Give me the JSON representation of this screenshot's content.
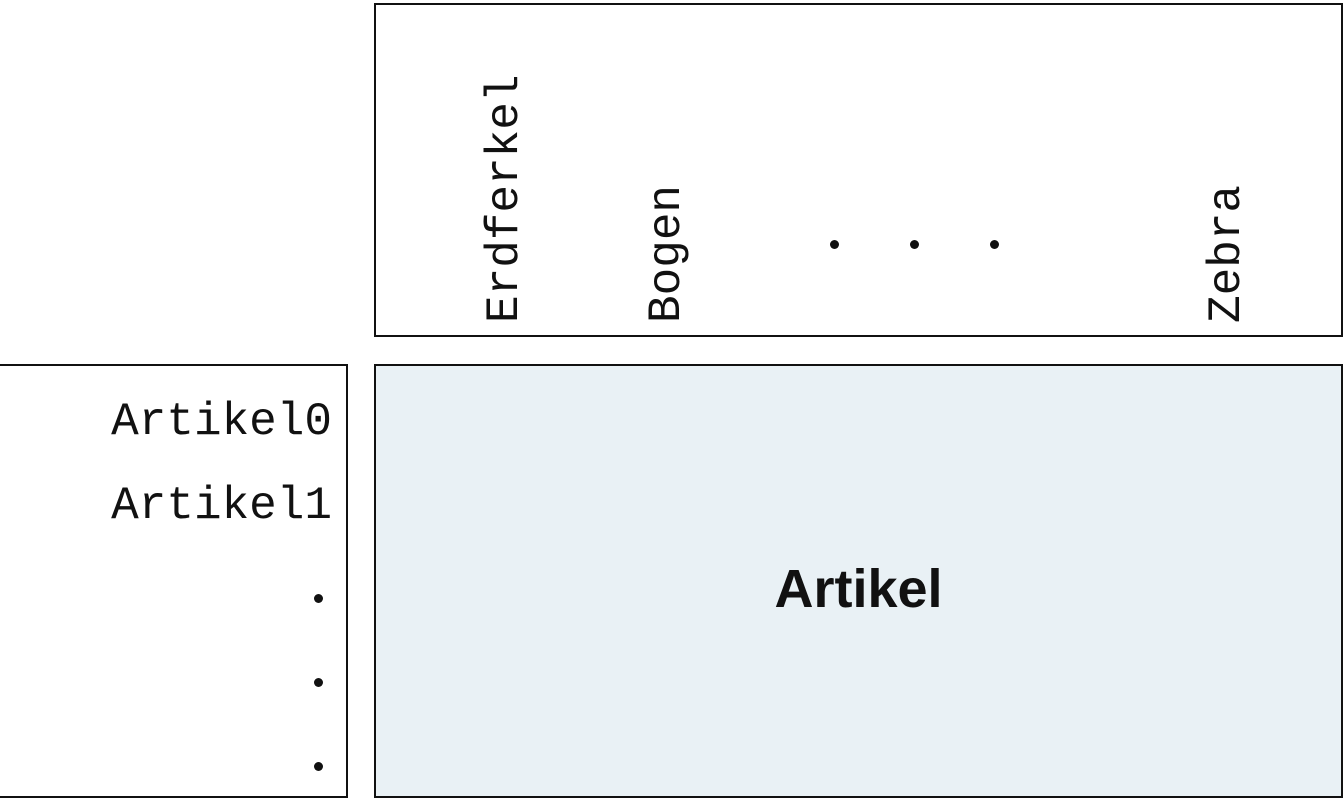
{
  "columns": {
    "labels": [
      "Erdferkel",
      "Bogen",
      "Zebra"
    ],
    "ellipsis": "..."
  },
  "rows": {
    "labels": [
      "Artikel0",
      "Artikel1"
    ],
    "ellipsis": "..."
  },
  "matrix": {
    "label": "Artikel",
    "fill_color": "#e9f1f5"
  }
}
